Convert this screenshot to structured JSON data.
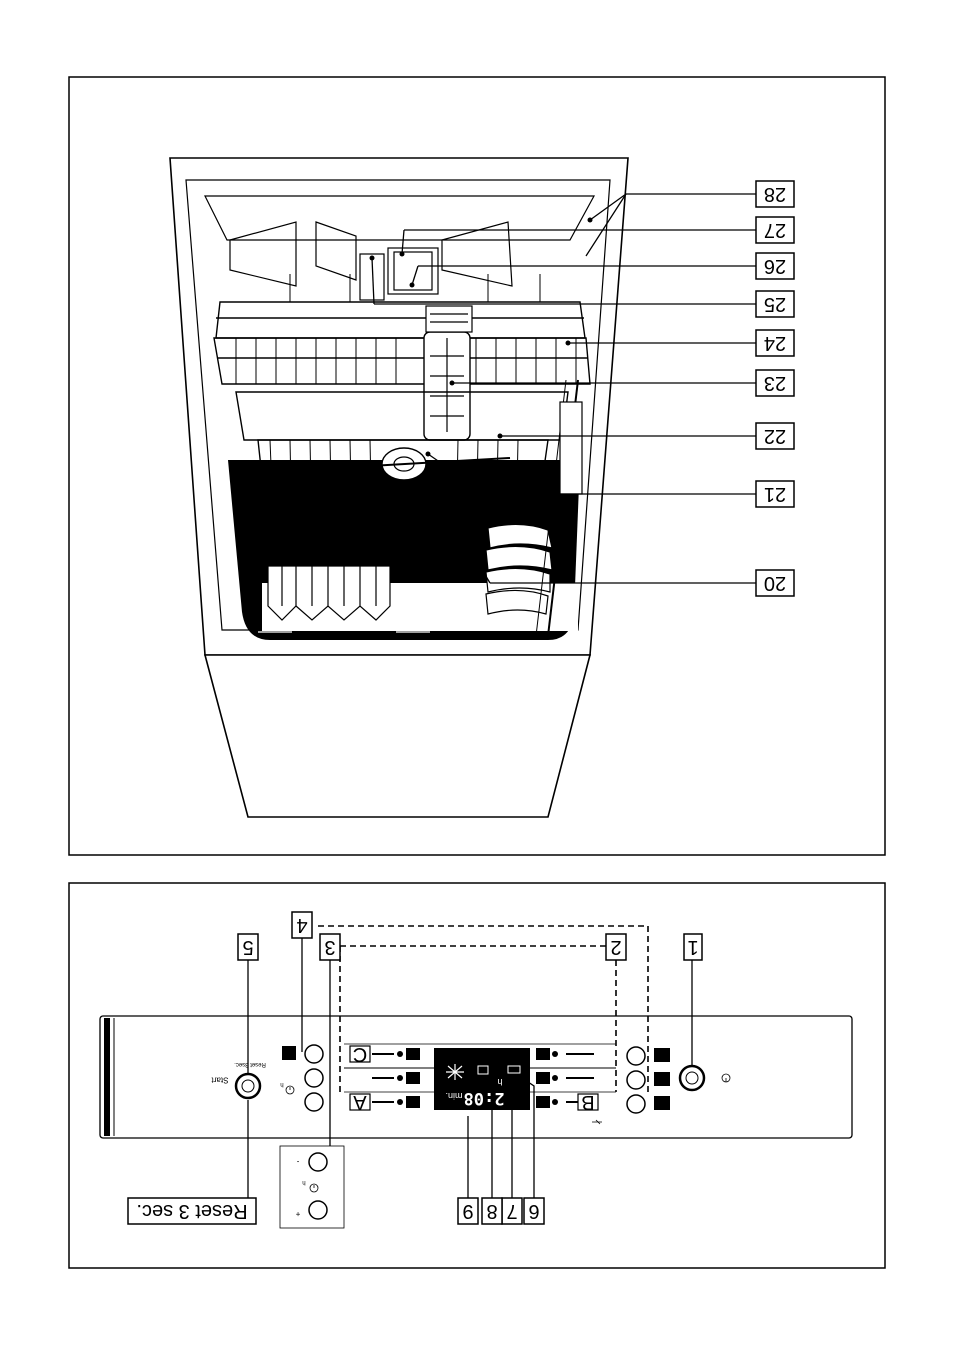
{
  "upper_callouts": [
    "28",
    "27",
    "26",
    "25",
    "24",
    "23",
    "22",
    "21",
    "20"
  ],
  "lower_callouts": {
    "n1": "1",
    "n2": "2",
    "n3": "3",
    "n4": "4",
    "n5": "5",
    "n6": "6",
    "n7": "7",
    "n8": "8",
    "n9": "9"
  },
  "reset_label": "Reset 3 sec.",
  "panel": {
    "key_A": "A",
    "key_B": "B",
    "key_C": "C",
    "display_time": "2:08",
    "display_min": "min.",
    "display_h": "h",
    "timer_h": "h",
    "start_label": "Start",
    "start_small": "Reset 3sec.",
    "plus": "+",
    "minus": "-"
  }
}
